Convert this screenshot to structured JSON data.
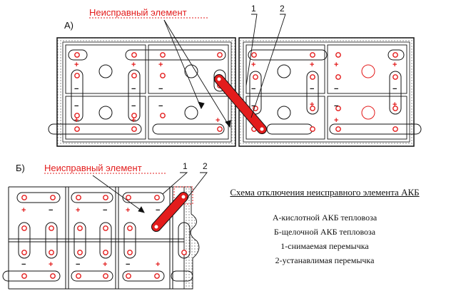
{
  "section_a": {
    "letter": "А)",
    "faulty_label": "Неисправный элемент",
    "num_1": "1",
    "num_2": "2"
  },
  "section_b": {
    "letter": "Б)",
    "faulty_label": "Неисправный элемент",
    "num_1": "1",
    "num_2": "2"
  },
  "legend": {
    "title": "Схема отключения неисправного элемента АКБ",
    "items": [
      "А-кислотной АКБ тепловоза",
      "Б-щелочной АКБ тепловоза",
      "1-снимаемая перемычка",
      "2-устанавлимая перемычка"
    ]
  },
  "symbols": {
    "plus": "+",
    "minus": "−"
  },
  "colors": {
    "accent": "#e31c1c",
    "line": "#111111",
    "hatch": "#555555"
  }
}
